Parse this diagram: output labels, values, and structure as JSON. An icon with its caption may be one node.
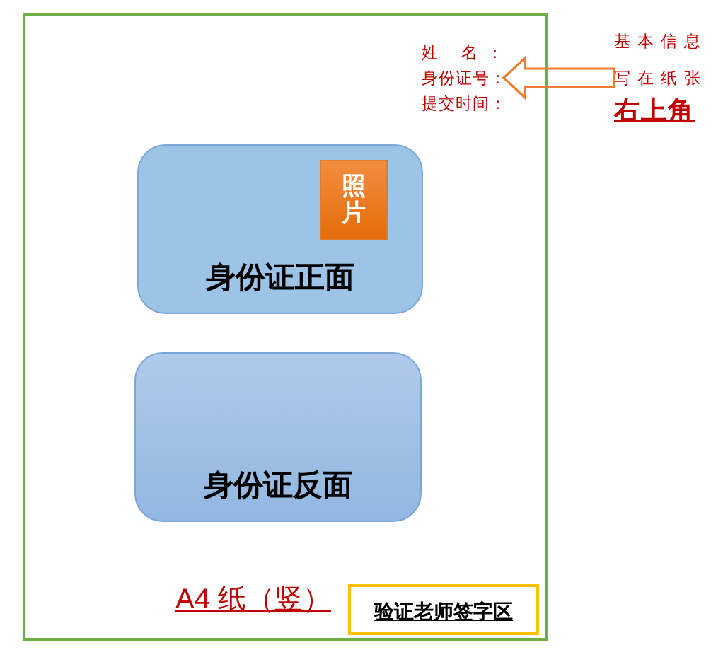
{
  "diagram": {
    "nodes": [
      {
        "text": [
          "A4 纸（竖）"
        ]
      },
      {
        "text": [
          "姓 名：",
          "身份证号：",
          "提交时间："
        ],
        "in": 0
      },
      {
        "text": [
          "身份证正面"
        ],
        "in": 0
      },
      {
        "text": [
          "照片"
        ],
        "in": 2
      },
      {
        "text": [
          "身份证反面"
        ],
        "in": 0
      },
      {
        "text": [
          "验证老师签字区"
        ],
        "in": 0
      },
      {
        "text": [
          "基本信息写在纸张",
          "右上角"
        ]
      }
    ],
    "edges": [
      {
        "from": 6,
        "to": 1,
        "arrow": "to",
        "style": "thick",
        "color": "#ed7d31"
      }
    ]
  }
}
